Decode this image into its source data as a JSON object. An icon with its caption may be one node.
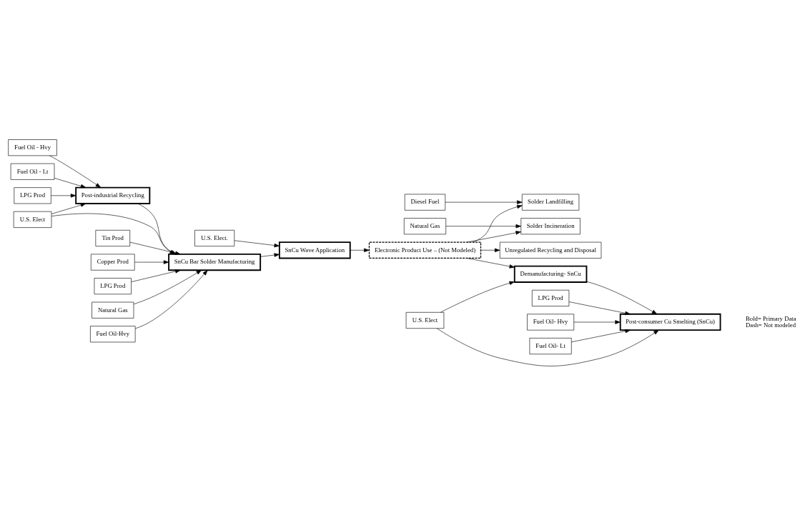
{
  "diagram": {
    "nodes": [
      {
        "text": [
          "Fuel Oil - Hvy"
        ]
      },
      {
        "text": [
          "Fuel Oil - Lt"
        ]
      },
      {
        "text": [
          "Solder Landfilling"
        ]
      },
      {
        "text": [
          "Solder Incineration"
        ]
      },
      {
        "text": [
          "LPG Prod"
        ]
      },
      {
        "text": [
          "Diesel Fuel"
        ]
      },
      {
        "text": [
          "Post-industrial Recycling"
        ]
      },
      {
        "text": [
          "U.S. Elect"
        ]
      },
      {
        "text": [
          "U.S. Elect."
        ]
      },
      {
        "text": [
          "Electronic Product Use – (Not Modeled)"
        ]
      },
      {
        "text": [
          "Natural Gas"
        ]
      },
      {
        "text": [
          "Unregulated Recycling and Disposal"
        ]
      },
      {
        "text": [
          "Tin Prod"
        ]
      },
      {
        "text": [
          "SnCu Bar Solder Manufacturing"
        ]
      },
      {
        "text": [
          "SnCu Wave Application"
        ]
      },
      {
        "text": [
          "Copper Prod"
        ]
      },
      {
        "text": [
          "Demanufacturing- SnCu"
        ]
      },
      {
        "text": [
          "U.S. Elect"
        ]
      },
      {
        "text": [
          "LPG Prod"
        ]
      },
      {
        "text": [
          "LPG Prod"
        ]
      },
      {
        "text": [
          "Post-consumer Cu Smelting (SnCu)"
        ]
      },
      {
        "text": [
          "Fuel Oil- Hvy"
        ]
      },
      {
        "text": [
          "Natural Gas"
        ]
      },
      {
        "text": [
          "Fuel Oil-Hvy"
        ]
      },
      {
        "text": [
          "Fuel Oil- Lt"
        ]
      }
    ],
    "edges": [
      {
        "from": 0,
        "to": 6,
        "arrow": "to"
      },
      {
        "from": 1,
        "to": 6,
        "arrow": "to"
      },
      {
        "from": 4,
        "to": 6,
        "arrow": "to"
      },
      {
        "from": 7,
        "to": 6,
        "arrow": "to"
      },
      {
        "from": 7,
        "to": 13,
        "arrow": "to"
      },
      {
        "from": 6,
        "to": 13,
        "arrow": "to"
      },
      {
        "from": 12,
        "to": 13,
        "arrow": "to"
      },
      {
        "from": 15,
        "to": 13,
        "arrow": "to"
      },
      {
        "from": 18,
        "to": 13,
        "arrow": "to"
      },
      {
        "from": 22,
        "to": 13,
        "arrow": "to"
      },
      {
        "from": 23,
        "to": 13,
        "arrow": "to"
      },
      {
        "from": 13,
        "to": 14,
        "arrow": "to"
      },
      {
        "from": 8,
        "to": 14,
        "arrow": "to"
      },
      {
        "from": 14,
        "to": 9,
        "arrow": "to"
      },
      {
        "from": 5,
        "to": 2,
        "arrow": "to"
      },
      {
        "from": 9,
        "to": 2,
        "arrow": "to"
      },
      {
        "from": 9,
        "to": 3,
        "arrow": "to"
      },
      {
        "from": 10,
        "to": 3,
        "arrow": "to"
      },
      {
        "from": 9,
        "to": 11,
        "arrow": "to"
      },
      {
        "from": 9,
        "to": 16,
        "arrow": "to"
      },
      {
        "from": 17,
        "to": 16,
        "arrow": "to"
      },
      {
        "from": 17,
        "to": 20,
        "arrow": "to"
      },
      {
        "from": 16,
        "to": 20,
        "arrow": "to"
      },
      {
        "from": 19,
        "to": 20,
        "arrow": "to"
      },
      {
        "from": 21,
        "to": 20,
        "arrow": "to"
      },
      {
        "from": 24,
        "to": 20,
        "arrow": "to"
      }
    ],
    "labels": [
      "Bold= Primary Data",
      "Dash= Not modeled"
    ]
  }
}
